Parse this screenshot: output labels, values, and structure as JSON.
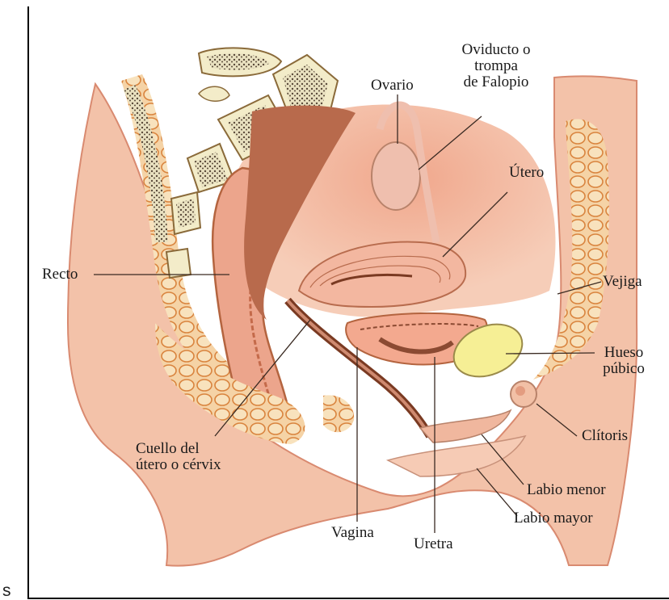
{
  "labels": {
    "ovario": "Ovario",
    "oviducto": [
      "Oviducto o",
      "trompa",
      "de Falopio"
    ],
    "utero": "Útero",
    "recto": "Recto",
    "vejiga": "Vejiga",
    "hueso": [
      "Hueso",
      "púbico"
    ],
    "clitoris": "Clítoris",
    "cuello": [
      "Cuello del",
      "útero o cérvix"
    ],
    "labio_menor": "Labio menor",
    "labio_mayor": "Labio mayor",
    "vagina": "Vagina",
    "uretra": "Uretra"
  },
  "corner_letter": "s",
  "colors": {
    "skin": "#f3c2a9",
    "tissue": "#e99d80",
    "cavity": "#8b4a32",
    "bone": "#f3ecc9",
    "fat": "#e8a166",
    "pubic_bone": "#f6ef95"
  }
}
